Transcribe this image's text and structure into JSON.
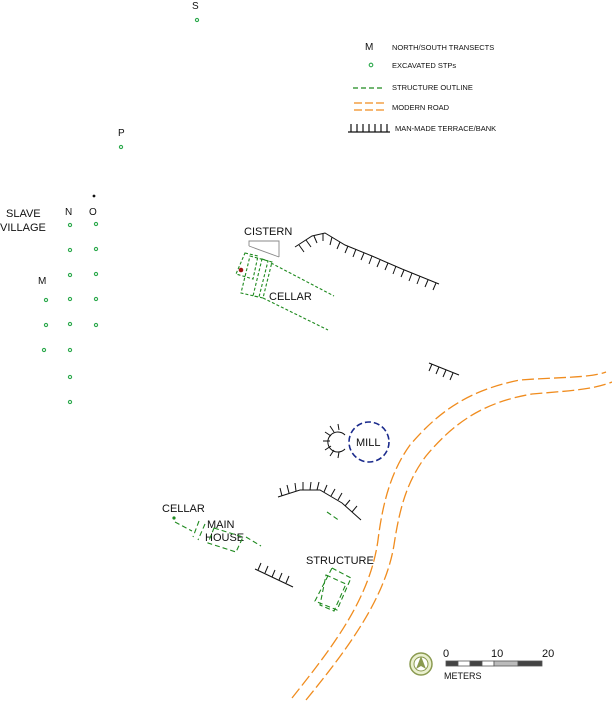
{
  "legend": {
    "transects_symbol": "M",
    "transects_label": "NORTH/SOUTH TRANSECTS",
    "stps_label": "EXCAVATED STPs",
    "structure_label": "STRUCTURE OUTLINE",
    "road_label": "MODERN ROAD",
    "terrace_label": "MAN-MADE TERRACE/BANK"
  },
  "transects": {
    "s": "S",
    "p": "P",
    "n": "N",
    "o": "O",
    "m": "M"
  },
  "features": {
    "slave_village_line1": "SLAVE",
    "slave_village_line2": "VILLAGE",
    "cistern": "CISTERN",
    "cellar_north": "CELLAR",
    "mill": "MILL",
    "cellar_south": "CELLAR",
    "main_house_line1": "MAIN",
    "main_house_line2": "HOUSE",
    "structure": "STRUCTURE"
  },
  "scale": {
    "tick_0": "0",
    "tick_10": "10",
    "tick_20": "20",
    "unit": "METERS"
  },
  "colors": {
    "structure": "#1f8a1f",
    "stp": "#2aa84a",
    "road": "#f08c1e",
    "terrace": "#111111",
    "mill": "#1a2a8c",
    "find": "#a01818"
  }
}
